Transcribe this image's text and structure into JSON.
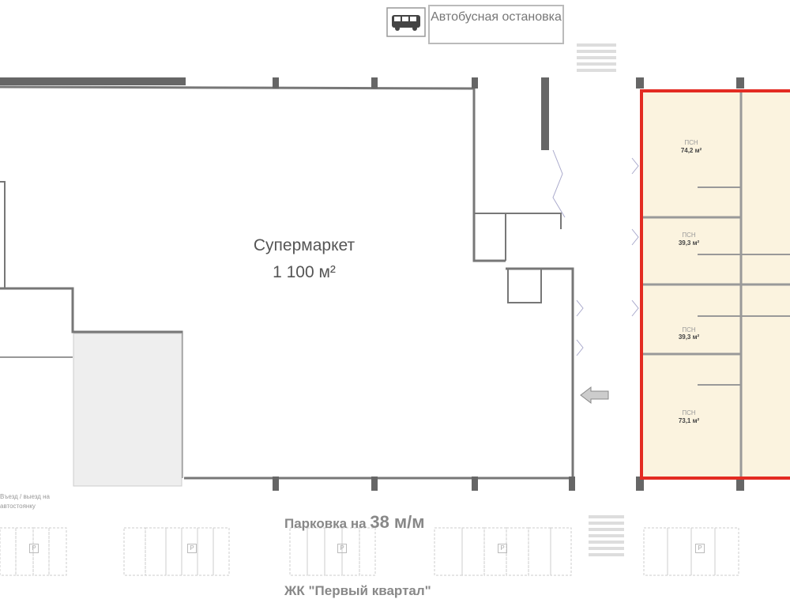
{
  "bus_stop": {
    "icon": "bus-icon",
    "label": "Автобусная остановка"
  },
  "supermarket": {
    "name": "Супермаркет",
    "area": "1 100 м²"
  },
  "units": [
    {
      "type": "ПСН",
      "area": "74,2 м²"
    },
    {
      "type": "ПСН",
      "area": "39,3 м²"
    },
    {
      "type": "ПСН",
      "area": "39,3 м²"
    },
    {
      "type": "ПСН",
      "area": "73,1 м²"
    }
  ],
  "highlight_color": "#e32b22",
  "unit_fill": "#fbf3df",
  "entry_label": "Въезд / выезд на автостоянку",
  "parking": {
    "label": "Парковка на",
    "count": "38 м/м",
    "icon": "P"
  },
  "complex_label": "ЖК \"Первый квартал\""
}
